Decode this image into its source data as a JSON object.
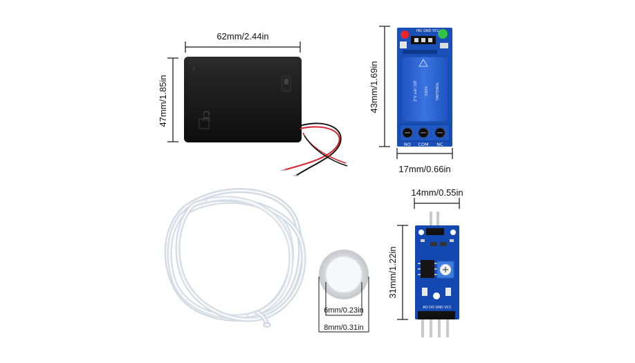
{
  "dimensions": {
    "battery_width": "62mm/2.44in",
    "battery_height": "47mm/1.85in",
    "relay_height": "43mm/1.69in",
    "relay_width": "17mm/0.66in",
    "sensor_width": "14mm/0.55in",
    "sensor_height": "31mm/1.22in",
    "disc_inner": "6mm/0.23in",
    "disc_outer": "8mm/0.31in"
  },
  "relay_labels": {
    "terminal_no": "NO",
    "terminal_com": "COM",
    "terminal_nc": "NC",
    "pins": "IN1 GND VCC",
    "brand": "TONGLING",
    "voltage": "5VDC",
    "model": "JQC-3FF-S-Z"
  },
  "sensor_labels": {
    "pins": "AO DO GND VCC"
  },
  "battery_labels": {
    "ce_mark": "CE"
  },
  "colors": {
    "battery_case": "#141414",
    "relay_pcb": "#1a4fb8",
    "relay_block": "#2a63d6",
    "terminal_blue": "#1f58c4",
    "sensor_pcb": "#1348b0",
    "pot_blue": "#3d7fe0",
    "led_red": "#e8262b",
    "led_green": "#33c24a",
    "wire_red": "#d8202a",
    "wire_black": "#111111",
    "tube": "#dfe6ec",
    "disc_ring": "#cfd2d6",
    "disc_center": "#f4f6f8"
  }
}
